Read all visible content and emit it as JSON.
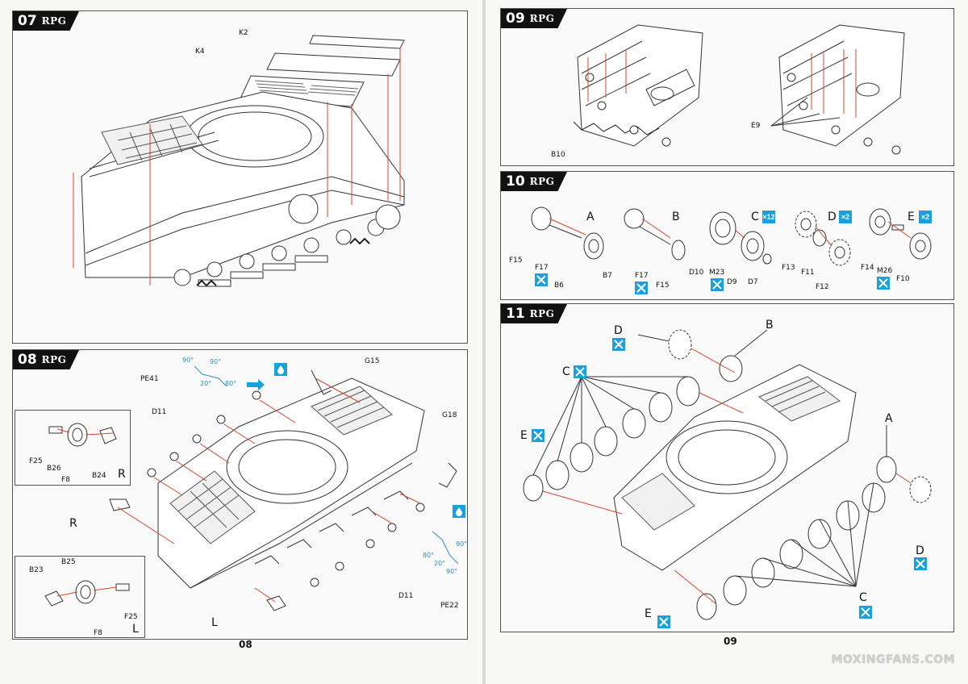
{
  "brand": "RPG",
  "steps": [
    {
      "num": "07"
    },
    {
      "num": "08"
    },
    {
      "num": "09"
    },
    {
      "num": "10"
    },
    {
      "num": "11"
    }
  ],
  "step07": {
    "labels": {
      "k2": "K2",
      "k4": "K4"
    }
  },
  "step08": {
    "labels": {
      "pe41": "PE41",
      "g15": "G15",
      "g18": "G18",
      "pe22": "PE22",
      "d11_top": "D11",
      "d11_bottom": "D11",
      "r": "R",
      "l": "L",
      "f25_r": "F25",
      "b26": "B26",
      "f8_r": "F8",
      "b24": "B24",
      "r_box": "R",
      "b23": "B23",
      "b25": "B25",
      "f25_l": "F25",
      "f8_l": "F8",
      "l_box": "L"
    },
    "angles": {
      "a90a": "90°",
      "a90b": "90°",
      "a20": "20°",
      "a80": "80°",
      "b90": "90°",
      "b80": "80°",
      "b20": "20°",
      "b90b": "90°"
    }
  },
  "step09": {
    "labels": {
      "b10": "B10",
      "e9": "E9"
    }
  },
  "step10": {
    "labels": {
      "a": "A",
      "b": "B",
      "c": "C",
      "d": "D",
      "e": "E",
      "f15a": "F15",
      "f17a": "F17",
      "b6": "B6",
      "b7": "B7",
      "f17b": "F17",
      "f15b": "F15",
      "d10": "D10",
      "m23": "M23",
      "d9": "D9",
      "d7": "D7",
      "f13": "F13",
      "f11": "F11",
      "f12": "F12",
      "f14": "F14",
      "m26": "M26",
      "f10": "F10"
    },
    "multipliers": {
      "c": "×12",
      "d": "×2",
      "e": "×2"
    }
  },
  "step11": {
    "labels": {
      "d_top": "D",
      "b": "B",
      "c_left": "C",
      "e_left": "E",
      "a": "A",
      "d_right": "D",
      "e_bottom": "E",
      "c_bottom": "C"
    }
  },
  "page_numbers": {
    "left": "08",
    "right": "09"
  },
  "watermark": "MOXINGFANS.COM",
  "colors": {
    "accent": "#1aa0dc",
    "arrow": "#d9442b",
    "header": "#111111"
  }
}
